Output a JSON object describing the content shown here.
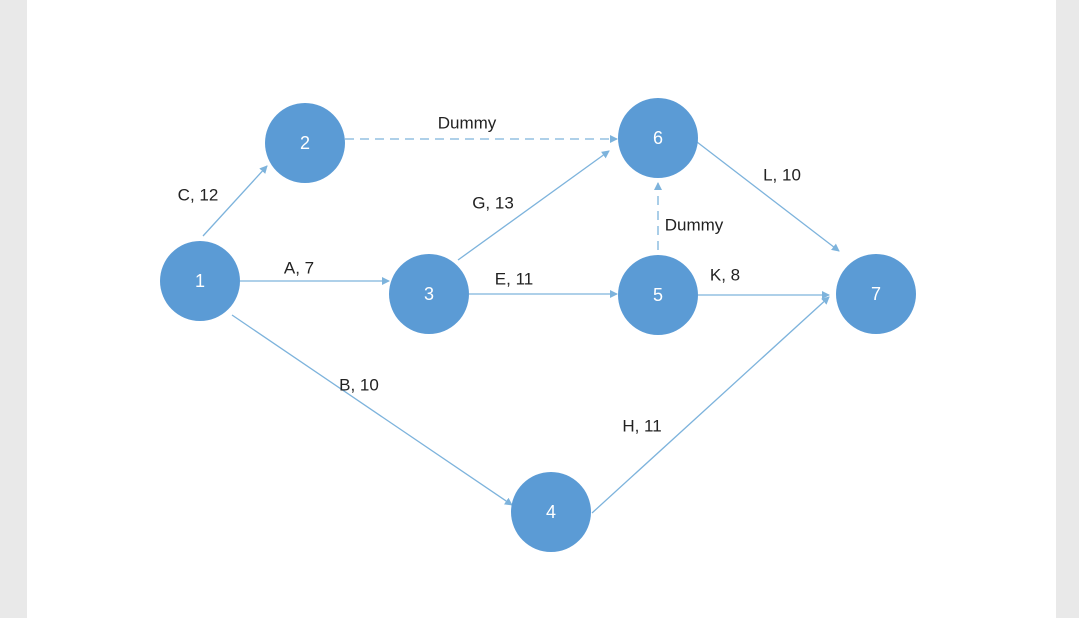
{
  "nodes": [
    {
      "id": "1",
      "label": "1"
    },
    {
      "id": "2",
      "label": "2"
    },
    {
      "id": "3",
      "label": "3"
    },
    {
      "id": "4",
      "label": "4"
    },
    {
      "id": "5",
      "label": "5"
    },
    {
      "id": "6",
      "label": "6"
    },
    {
      "id": "7",
      "label": "7"
    }
  ],
  "edges": [
    {
      "from": "1",
      "to": "2",
      "label": "C, 12",
      "style": "solid"
    },
    {
      "from": "1",
      "to": "3",
      "label": "A, 7",
      "style": "solid"
    },
    {
      "from": "1",
      "to": "4",
      "label": "B, 10",
      "style": "solid"
    },
    {
      "from": "2",
      "to": "6",
      "label": "Dummy",
      "style": "dashed"
    },
    {
      "from": "3",
      "to": "6",
      "label": "G, 13",
      "style": "solid"
    },
    {
      "from": "3",
      "to": "5",
      "label": "E, 11",
      "style": "solid"
    },
    {
      "from": "5",
      "to": "6",
      "label": "Dummy",
      "style": "dashed"
    },
    {
      "from": "5",
      "to": "7",
      "label": "K, 8",
      "style": "solid"
    },
    {
      "from": "6",
      "to": "7",
      "label": "L, 10",
      "style": "solid"
    },
    {
      "from": "4",
      "to": "7",
      "label": "H, 11",
      "style": "solid"
    }
  ],
  "colors": {
    "node_fill": "#5b9bd5",
    "edge": "#7db3dc",
    "page_background": "#ffffff",
    "surround": "#e9e9e9"
  }
}
